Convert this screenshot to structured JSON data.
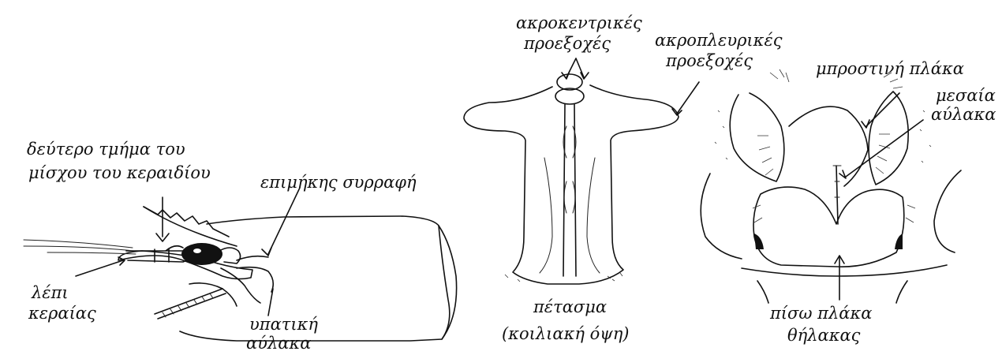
{
  "colors": {
    "ink": "#111111",
    "paper": "#ffffff",
    "eye": "#111111"
  },
  "left_figure": {
    "label_segment_1": "δεύτερο τμήμα του",
    "label_segment_2": "μίσχου του κεραιδίου",
    "label_suture": "επιμήκης συρραφή",
    "label_scale_1": "λέπι",
    "label_scale_2": "κεραίας",
    "label_groove_1": "υπατική",
    "label_groove_2": "αύλακα"
  },
  "middle_figure": {
    "label_acrocentral_1": "ακροκεντρικές",
    "label_acrocentral_2": "προεξοχές",
    "label_acrolateral_1": "ακροπλευρικές",
    "label_acrolateral_2": "προεξοχές",
    "label_petasma_1": "πέτασμα",
    "label_petasma_2": "(κοιλιακή όψη)"
  },
  "right_figure": {
    "label_front_plate": "μπροστινή πλάκα",
    "label_mid_groove_1": "μεσαία",
    "label_mid_groove_2": "αύλακα",
    "label_back_plate_1": "πίσω πλάκα",
    "label_back_plate_2": "θήλακας"
  }
}
